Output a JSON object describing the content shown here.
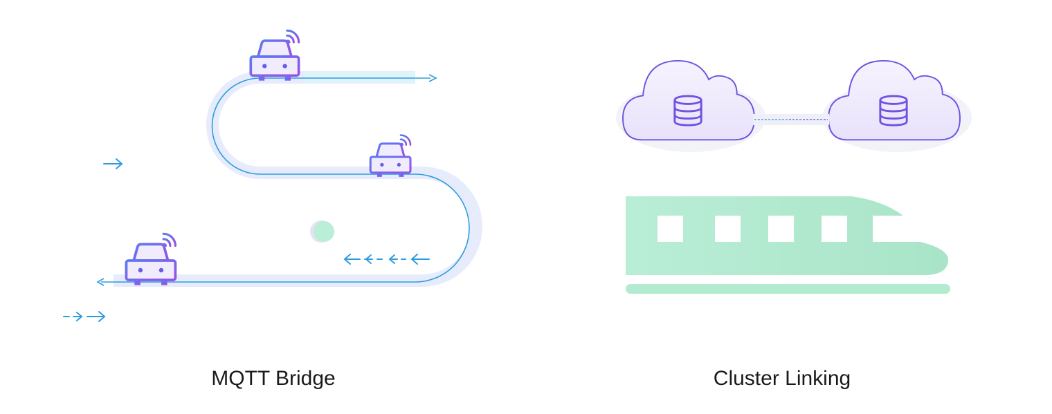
{
  "panels": [
    {
      "id": "mqtt-bridge",
      "caption": "MQTT Bridge",
      "icons": [
        "connected-car-icon",
        "connected-car-icon",
        "connected-car-icon"
      ]
    },
    {
      "id": "cluster-linking",
      "caption": "Cluster Linking",
      "icons": [
        "cloud-database-icon",
        "cloud-database-icon",
        "high-speed-train-icon"
      ]
    }
  ],
  "colors": {
    "road_line": "#2e9be0",
    "road_glow": "#e6ecfb",
    "car_purple": "#7a55e6",
    "car_fill": "#f1ecfd",
    "cloud_stroke": "#6f52e0",
    "cloud_fill": "#efeafc",
    "train_green": "#b2ebcf",
    "caption_text": "#1a1a1a"
  }
}
